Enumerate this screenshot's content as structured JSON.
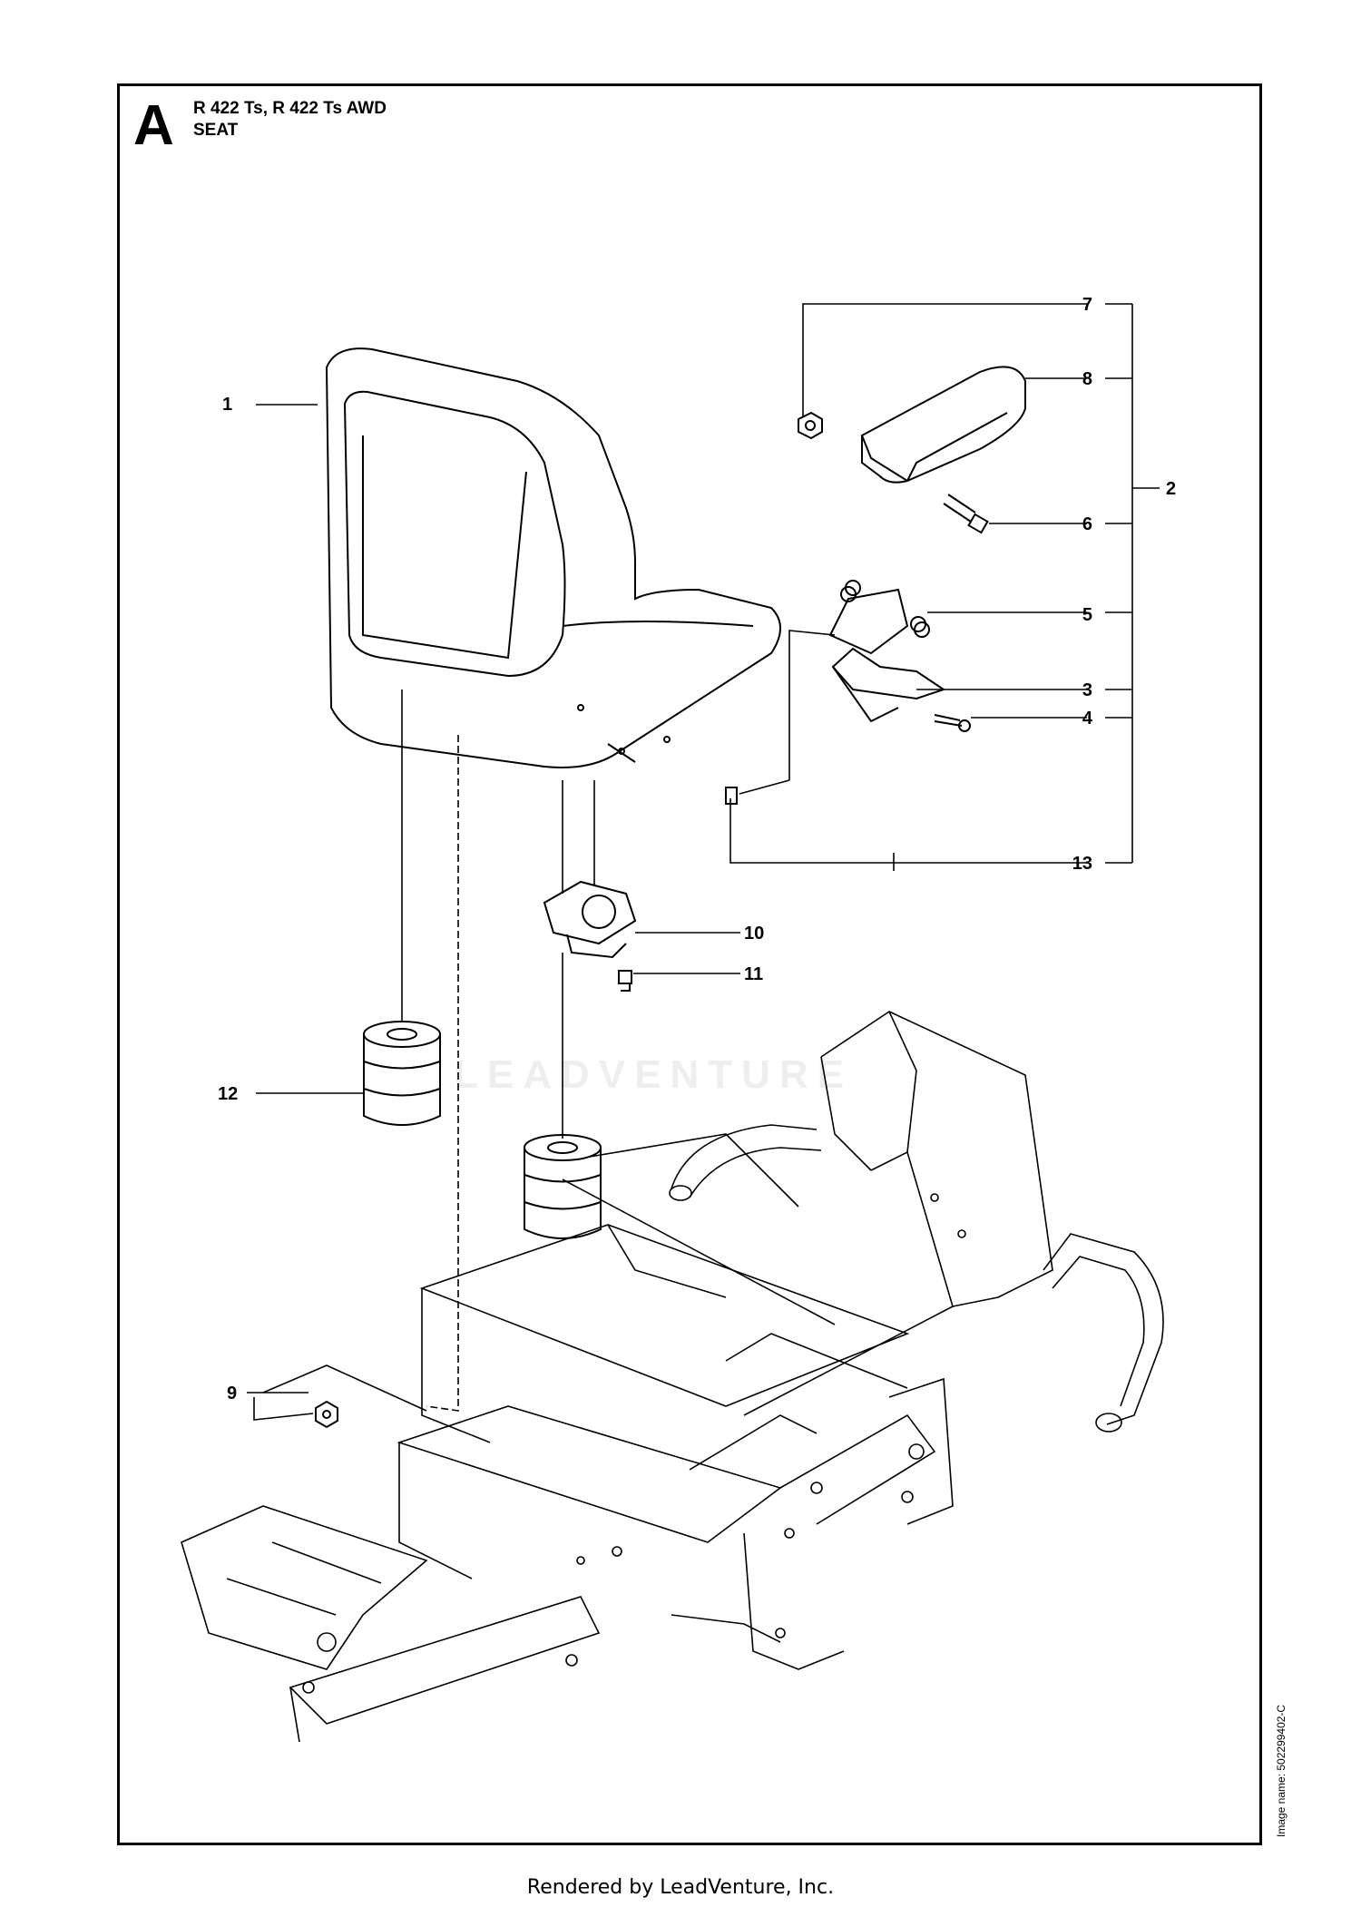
{
  "header": {
    "section_letter": "A",
    "model": "R 422 Ts, R 422 Ts AWD",
    "section": "SEAT"
  },
  "callouts": [
    "1",
    "2",
    "3",
    "4",
    "5",
    "6",
    "7",
    "8",
    "9",
    "10",
    "11",
    "12",
    "13"
  ],
  "image_name": "Image name: 502299402-C",
  "watermark": "LEADVENTURE",
  "footer": "Rendered by LeadVenture, Inc."
}
